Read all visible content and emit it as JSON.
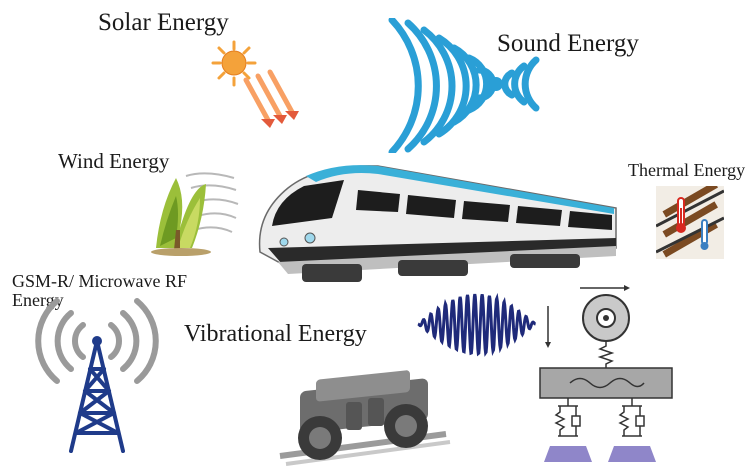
{
  "labels": {
    "solar": "Solar Energy",
    "sound": "Sound Energy",
    "wind": "Wind Energy",
    "thermal": "Thermal Energy",
    "gsm_line1": "GSM-R/ Microwave RF",
    "gsm_line2": "Energy",
    "vibrational": "Vibrational Energy"
  },
  "icons": {
    "solar": "sun-icon",
    "sound": "sound-wave-icon",
    "wind": "wind-tree-icon",
    "thermal": "rail-thermometer-icon",
    "gsm": "radio-tower-icon",
    "train": "high-speed-train-icon",
    "bogie": "train-bogie-icon",
    "vibration": "vibration-waveform-icon",
    "suspension": "wheel-suspension-model-icon"
  },
  "colors": {
    "sun": "#f4a23a",
    "sound": "#2a9fd6",
    "train_accent": "#3ab0d8",
    "tower": "#1f3b8a",
    "waveform": "#1f2a7a",
    "tree": "#9bbf3a",
    "thermal_red": "#d8281f",
    "pad": "#8f86c9"
  }
}
